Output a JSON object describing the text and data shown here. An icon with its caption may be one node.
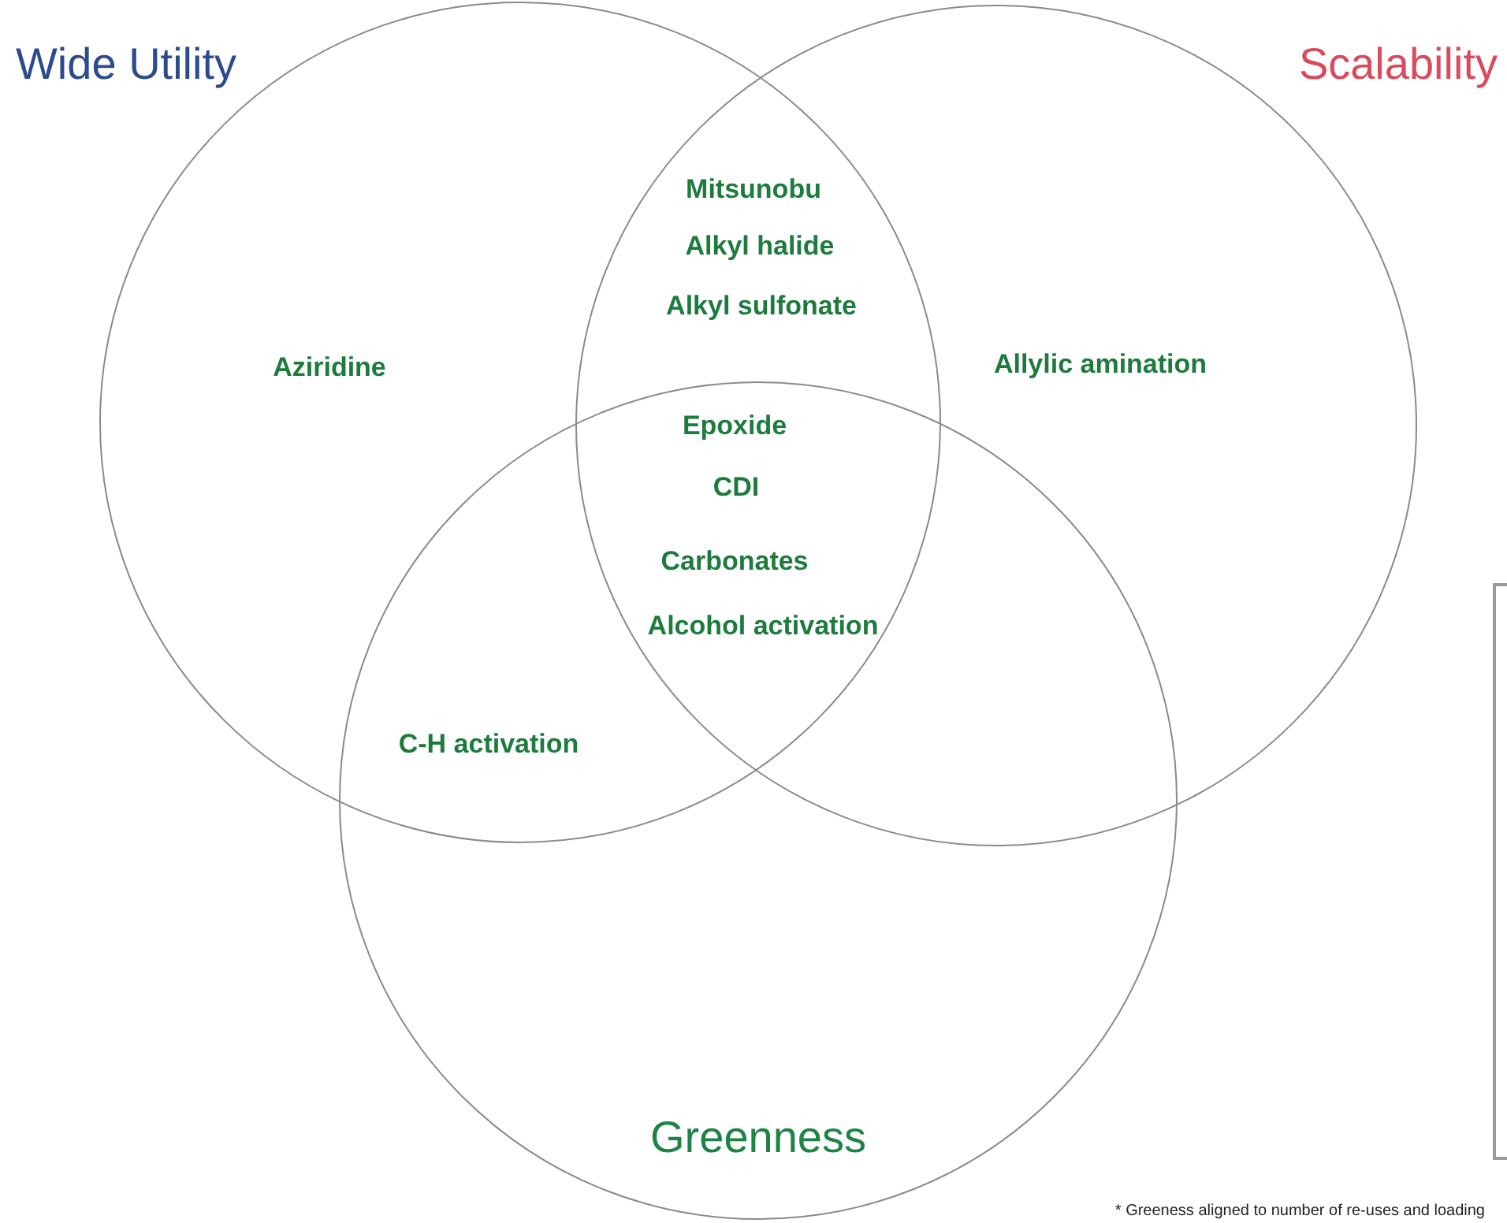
{
  "diagram": {
    "nodes": [
      {
        "text": [
          "Wide Utility"
        ]
      },
      {
        "text": [
          "Scalability"
        ]
      },
      {
        "text": [
          "Greenness"
        ]
      },
      {
        "text": [],
        "shape": "box"
      }
    ],
    "labels": [
      "Mitsunobu",
      "Alkyl halide",
      "Alkyl sulfonate",
      "Aziridine",
      "Allylic amination",
      "Epoxide",
      "CDI",
      "Carbonates",
      "Alcohol activation",
      "C-H activation",
      "* Greeness aligned to number of re-uses and loading"
    ]
  }
}
